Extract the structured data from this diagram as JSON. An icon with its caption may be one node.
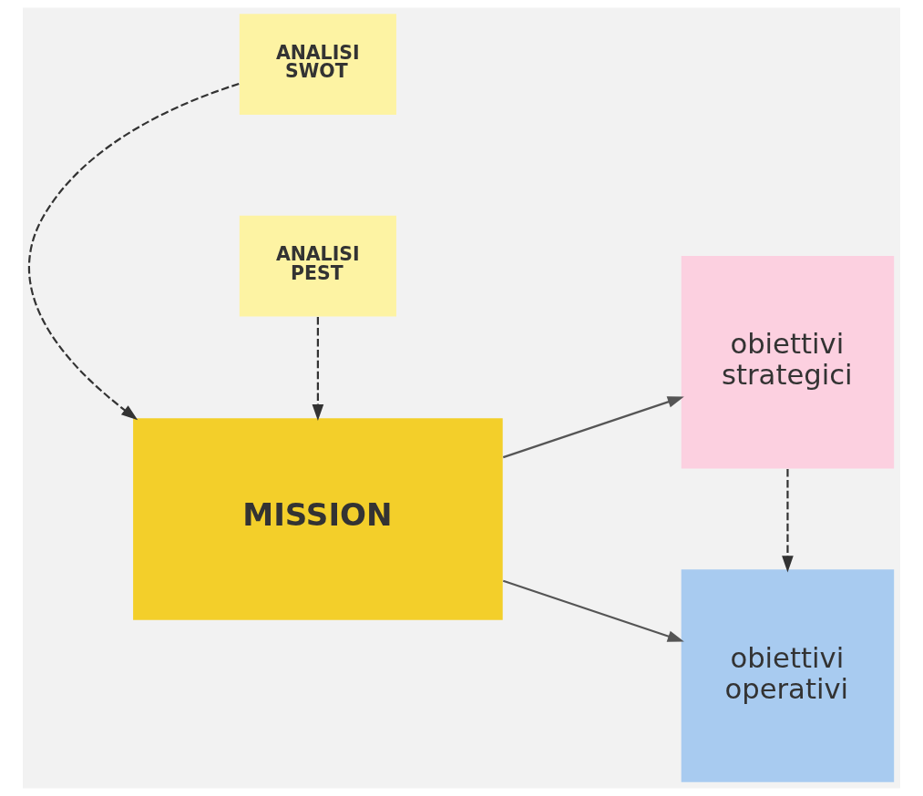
{
  "diagram": {
    "nodes": [
      {
        "text": [
          "ANALISI SWOT"
        ]
      },
      {
        "text": [
          "obiettivi strategici"
        ]
      },
      {
        "text": [
          "MISSION"
        ]
      },
      {
        "text": [
          "ANALISI PEST"
        ]
      },
      {
        "text": [
          "obiettivi operativi"
        ]
      }
    ],
    "edges": [
      {
        "from": 0,
        "to": 2,
        "arrow": "to",
        "style": "dashed"
      },
      {
        "from": 3,
        "to": 2,
        "arrow": "to",
        "style": "dashed"
      },
      {
        "from": 2,
        "to": 1,
        "arrow": "to"
      },
      {
        "from": 2,
        "to": 4,
        "arrow": "to"
      },
      {
        "from": 1,
        "to": 4,
        "arrow": "to",
        "style": "dashed"
      }
    ]
  }
}
